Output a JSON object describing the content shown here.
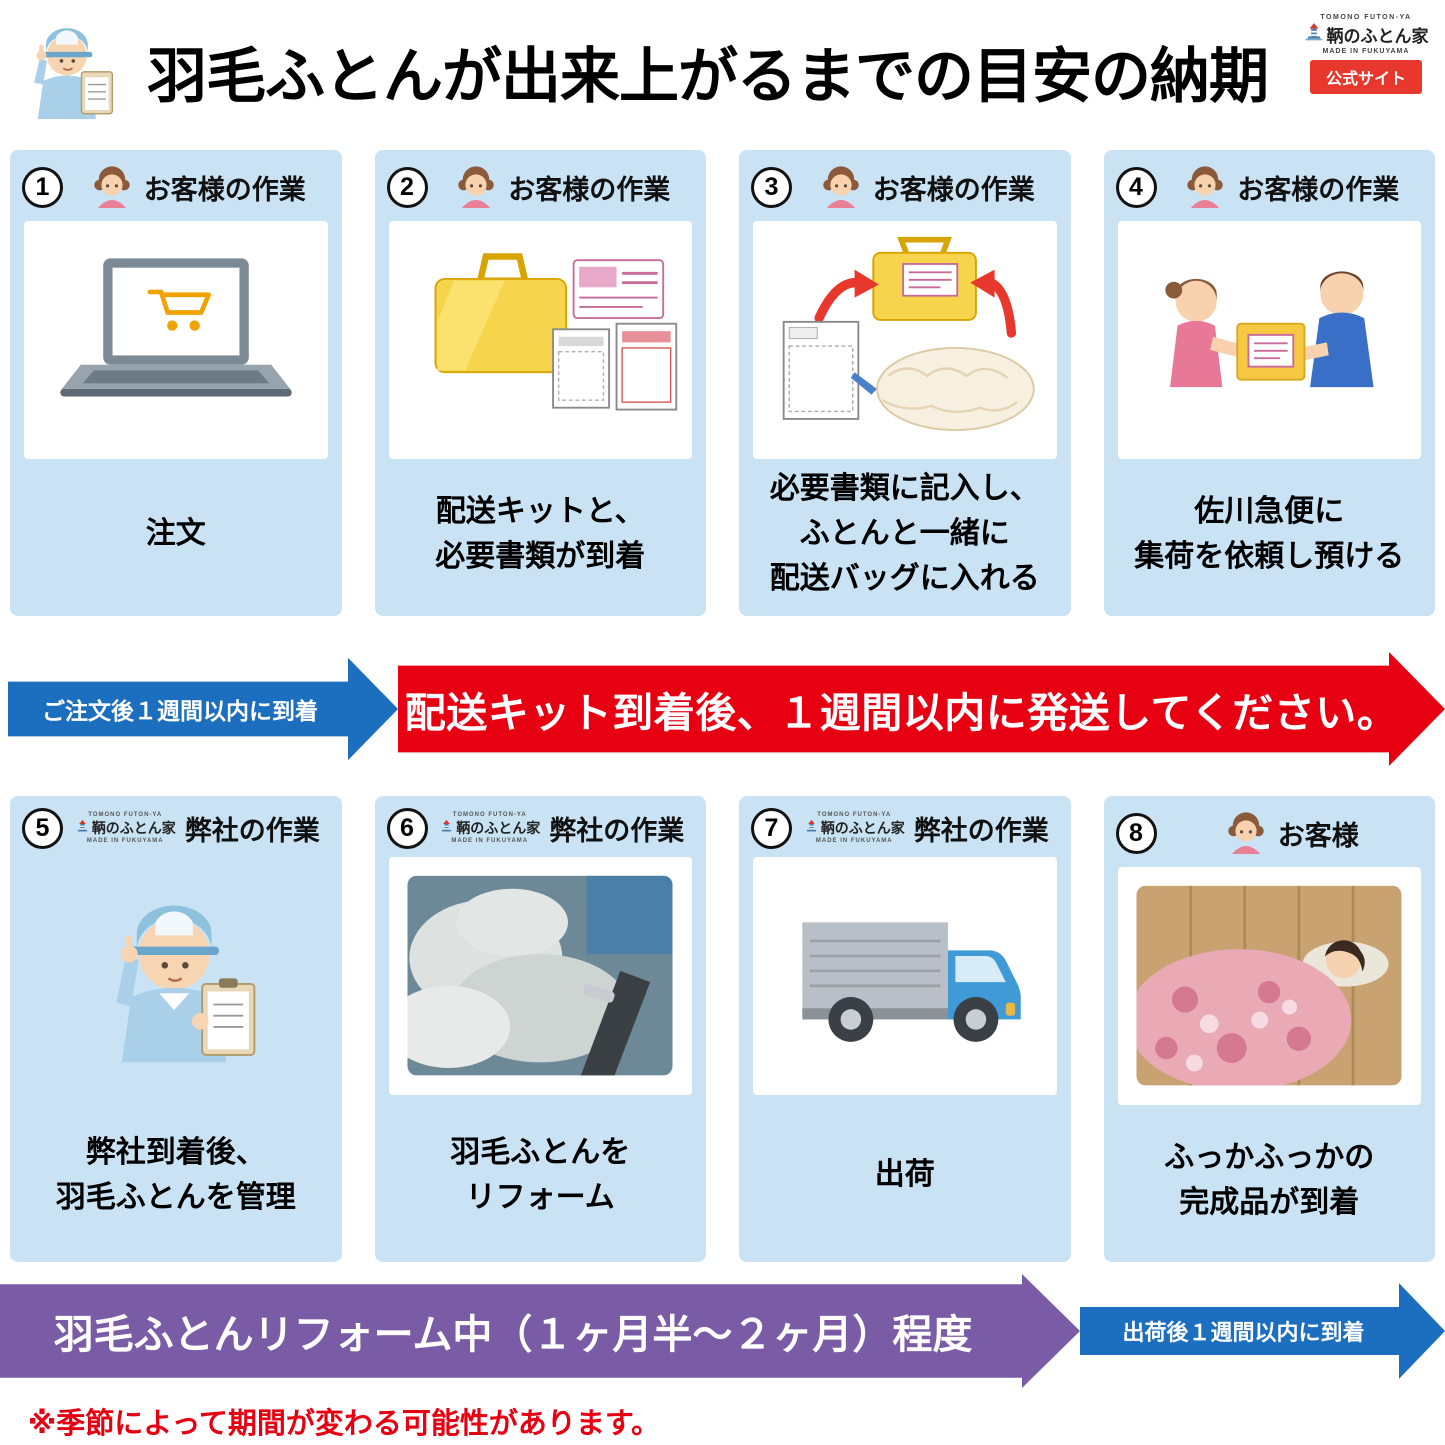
{
  "title": "羽毛ふとんが出来上がるまでの目安の納期",
  "brand": {
    "romaji": "TOMONO FUTON-YA",
    "name": "鞆のふとん家",
    "made_in": "MADE IN FUKUYAMA",
    "official_site": "公式サイト"
  },
  "steps": [
    {
      "number": "1",
      "role": "お客様の作業",
      "caption": "注文",
      "icon": "laptop-with-cart"
    },
    {
      "number": "2",
      "role": "お客様の作業",
      "caption": "配送キットと、\n必要書類が到着",
      "icon": "delivery-kit-and-documents"
    },
    {
      "number": "3",
      "role": "お客様の作業",
      "caption": "必要書類に記入し、\nふとんと一緒に\n配送バッグに入れる",
      "icon": "pack-futon-in-bag"
    },
    {
      "number": "4",
      "role": "お客様の作業",
      "caption": "佐川急便に\n集荷を依頼し預ける",
      "icon": "hand-box-to-courier"
    },
    {
      "number": "5",
      "role": "弊社の作業",
      "caption": "弊社到着後、\n羽毛ふとんを管理",
      "icon": "staff-with-clipboard"
    },
    {
      "number": "6",
      "role": "弊社の作業",
      "caption": "羽毛ふとんを\nリフォーム",
      "icon": "futon-reform-photo"
    },
    {
      "number": "7",
      "role": "弊社の作業",
      "caption": "出荷",
      "icon": "delivery-truck"
    },
    {
      "number": "8",
      "role": "お客様",
      "caption": "ふっかふっかの\n完成品が到着",
      "icon": "sleeping-with-new-futon"
    }
  ],
  "arrows": {
    "order_arrival": "ご注文後１週間以内に到着",
    "ship_deadline": "配送キット到着後、１週間以内に発送してください。",
    "reform_duration": "羽毛ふとんリフォーム中（１ヶ月半～２ヶ月）程度",
    "delivery_arrival": "出荷後１週間以内に到着"
  },
  "footnote": "※季節によって期間が変わる可能性があります。",
  "icons": {
    "header_mascot": "staff-with-clipboard",
    "brand_mark": "lighthouse",
    "customer": "customer-avatar"
  },
  "colors": {
    "card_bg": "#c9e3f4",
    "arrow_blue": "#1c6ebe",
    "arrow_red": "#e60012",
    "arrow_purple": "#7a5ba6",
    "note_red": "#e60012",
    "official_red": "#e8382d",
    "bag_yellow": "#f6d44c"
  }
}
